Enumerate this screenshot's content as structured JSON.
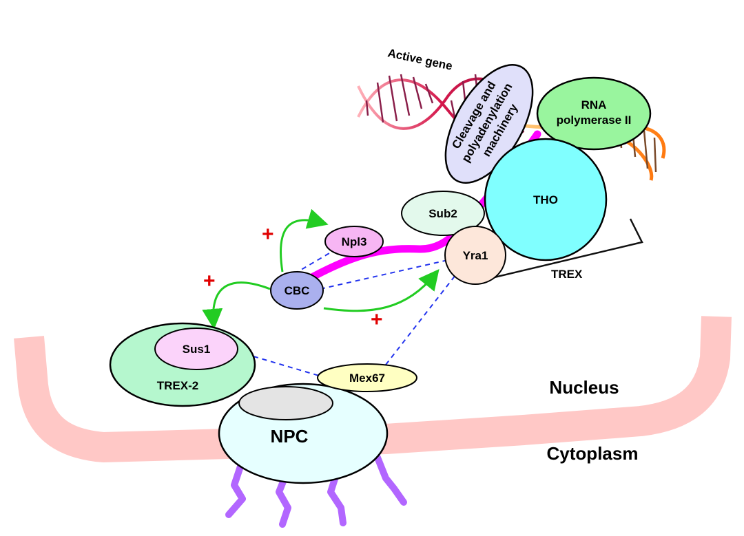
{
  "colors": {
    "membrane": "#ffc8c6",
    "mrna": "#ff00ff",
    "arrow": "#22cc22",
    "dashed": "#2233ee",
    "plus": "#e00000",
    "fibril": "#b266ff",
    "cbc": "#aab0ee",
    "npl3": "#f7b6f4",
    "sub2": "#e3f9ec",
    "yra1": "#fde7da",
    "tho": "#80ffff",
    "rnapol": "#99f59e",
    "cleavage": "#e0e0fa",
    "trex2": "#b5f7ce",
    "sus1": "#fbd3fa",
    "mex67": "#ffffc2",
    "npc": "#e6ffff",
    "npc_top": "#e4e4e4"
  },
  "labels": {
    "active_gene": "Active gene",
    "cleavage_line1": "Cleavage and",
    "cleavage_line2": "polyadenylation",
    "cleavage_line3": "machinery",
    "rnapol_line1": "RNA",
    "rnapol_line2": "polymerase II",
    "tho": "THO",
    "sub2": "Sub2",
    "yra1": "Yra1",
    "npl3": "Npl3",
    "cbc": "CBC",
    "trex": "TREX",
    "trex2": "TREX-2",
    "sus1": "Sus1",
    "mex67": "Mex67",
    "npc": "NPC",
    "nucleus": "Nucleus",
    "cytoplasm": "Cytoplasm",
    "plus_symbol": "+"
  },
  "icons": {
    "dna": "dna-helix-icon",
    "fibrils": "nuclear-basket-fibril-icon"
  }
}
